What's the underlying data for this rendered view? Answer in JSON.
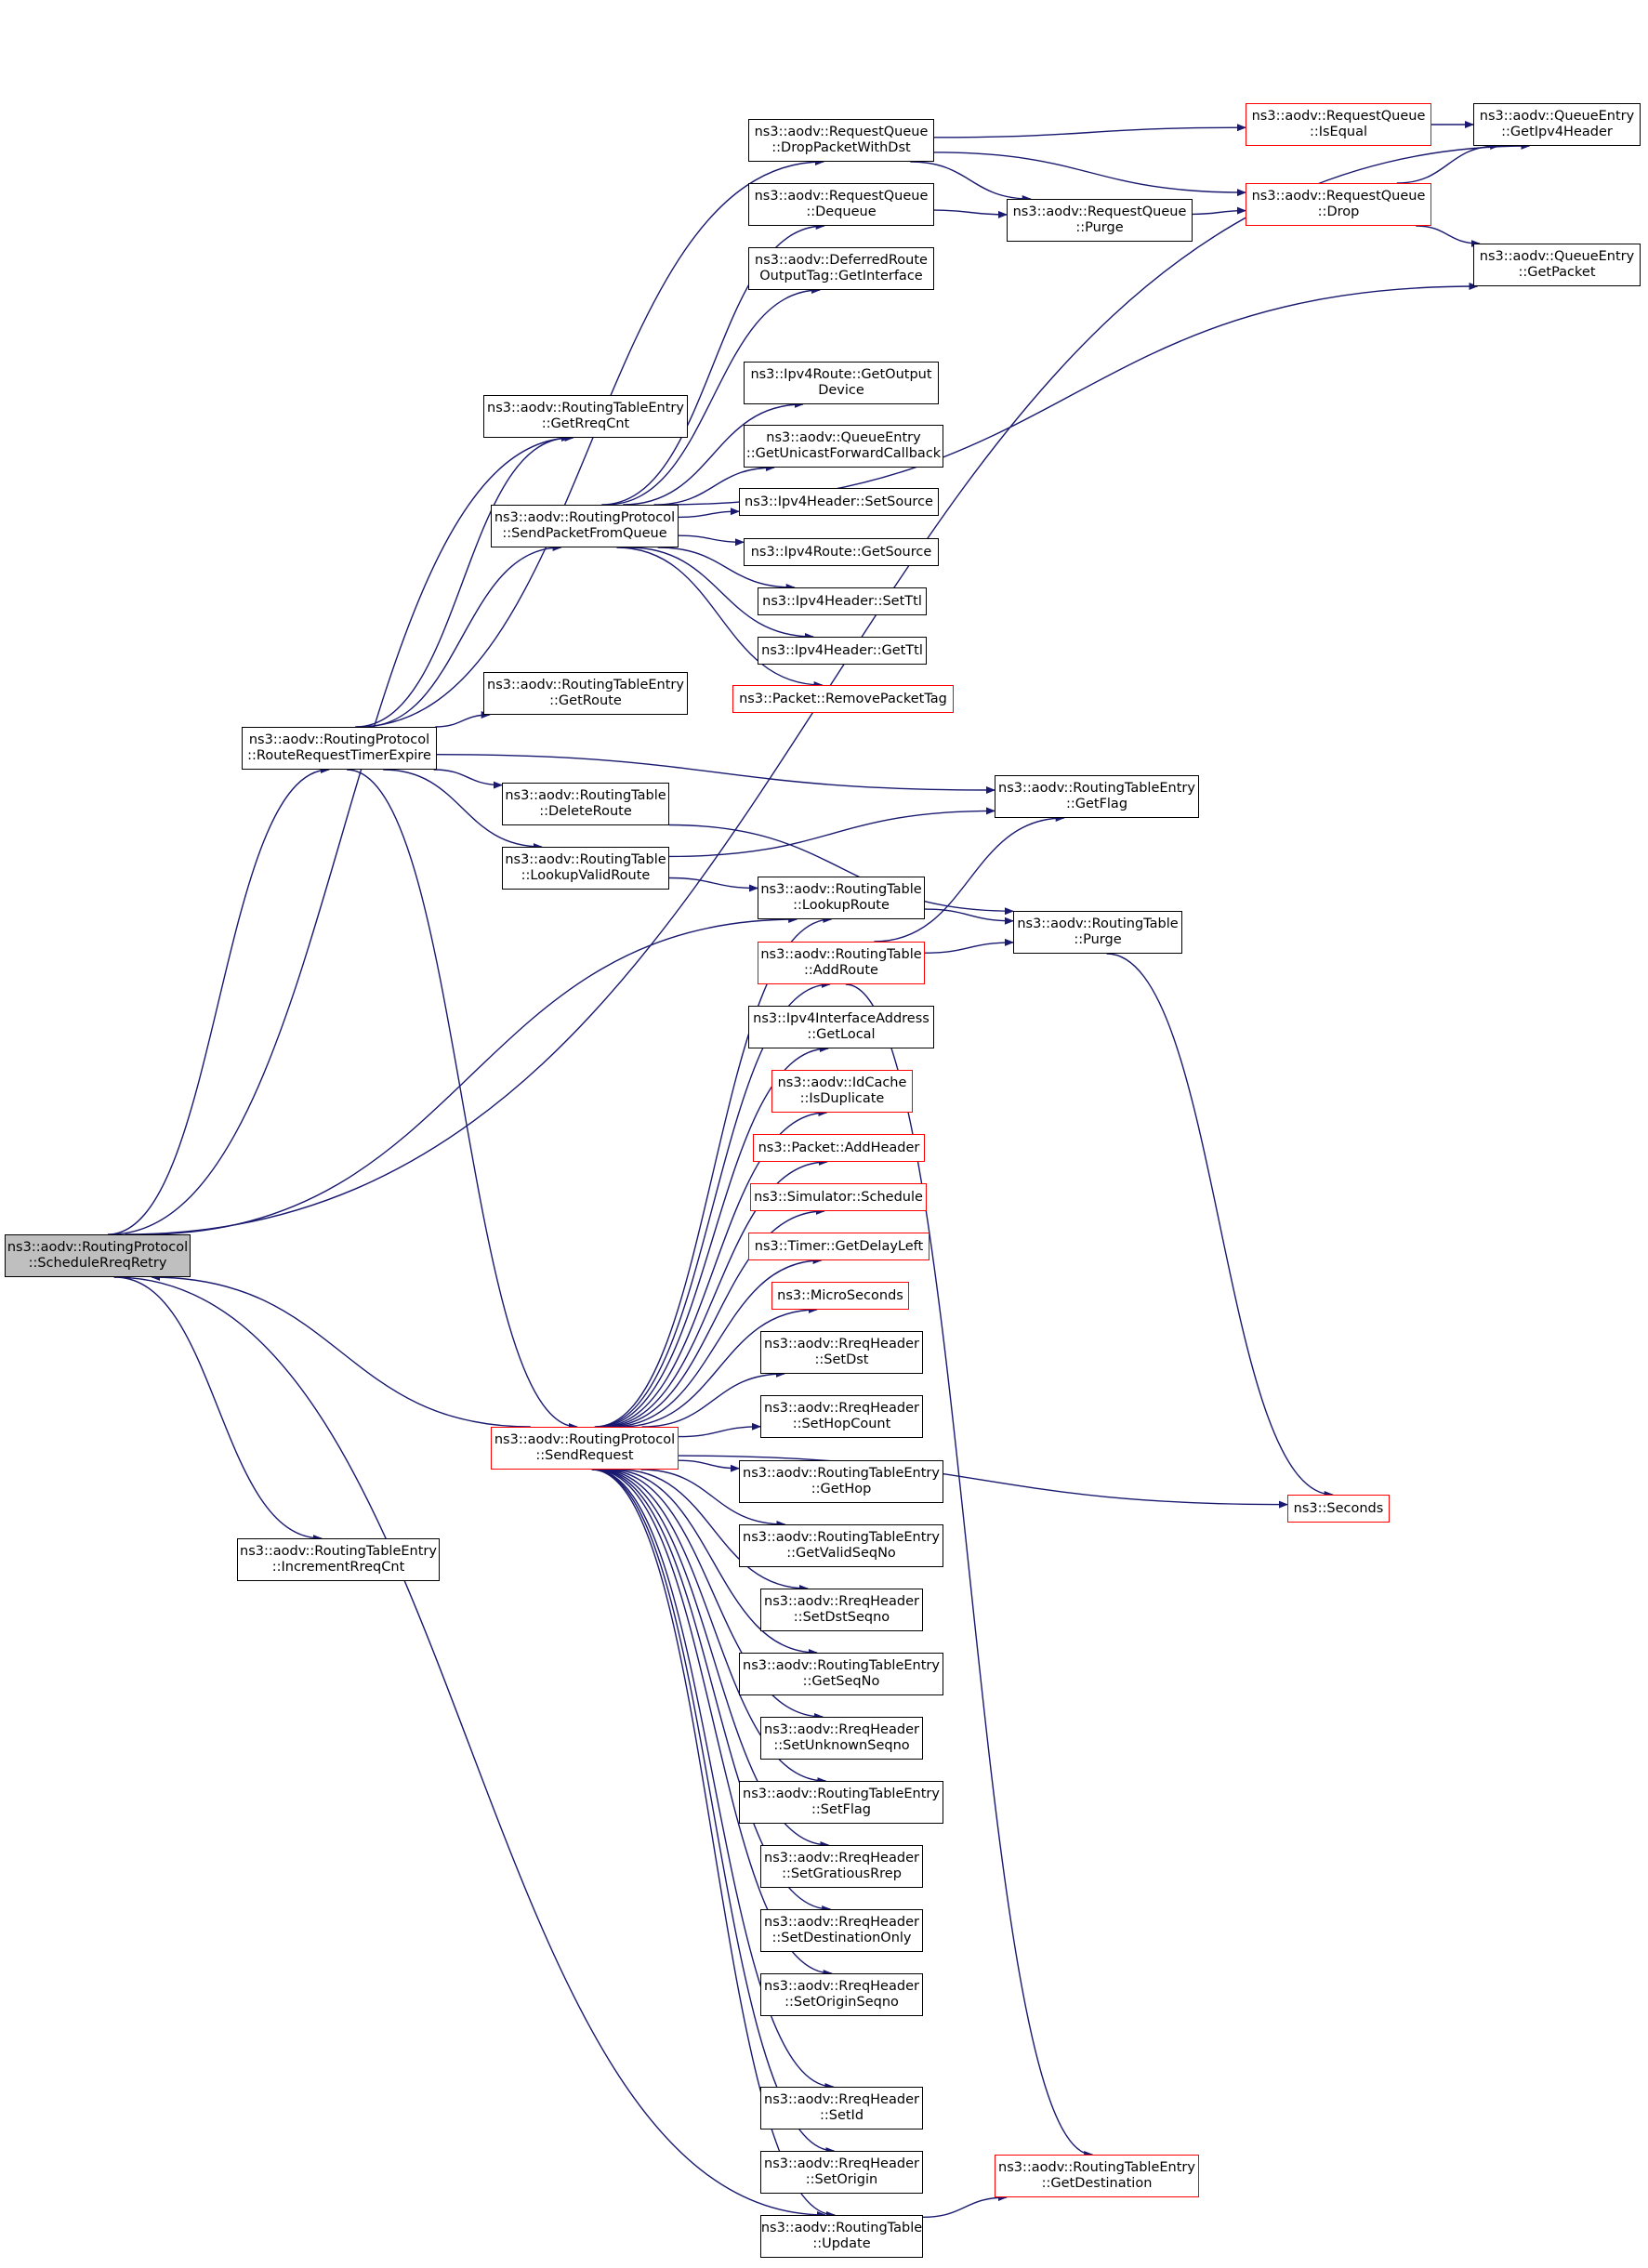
{
  "colors": {
    "edge": "#191970",
    "node_border_default": "#000000",
    "node_border_incomplete": "#ff0000",
    "root_fill": "#bfbfbf",
    "node_fill": "#ffffff"
  },
  "nodes": [
    {
      "id": "root",
      "lines": [
        "ns3::aodv::RoutingProtocol",
        "::ScheduleRreqRetry"
      ],
      "style": "root"
    },
    {
      "id": "rrte",
      "lines": [
        "ns3::aodv::RoutingProtocol",
        "::RouteRequestTimerExpire"
      ],
      "style": "normal"
    },
    {
      "id": "sendreq",
      "lines": [
        "ns3::aodv::RoutingProtocol",
        "::SendRequest"
      ],
      "style": "red"
    },
    {
      "id": "incr",
      "lines": [
        "ns3::aodv::RoutingTableEntry",
        "::IncrementRreqCnt"
      ],
      "style": "normal"
    },
    {
      "id": "getrreqcnt",
      "lines": [
        "ns3::aodv::RoutingTableEntry",
        "::GetRreqCnt"
      ],
      "style": "normal"
    },
    {
      "id": "spfq",
      "lines": [
        "ns3::aodv::RoutingProtocol",
        "::SendPacketFromQueue"
      ],
      "style": "normal"
    },
    {
      "id": "rte_getroute",
      "lines": [
        "ns3::aodv::RoutingTableEntry",
        "::GetRoute"
      ],
      "style": "normal"
    },
    {
      "id": "rt_deleteroute",
      "lines": [
        "ns3::aodv::RoutingTable",
        "::DeleteRoute"
      ],
      "style": "normal"
    },
    {
      "id": "rt_lookupvalid",
      "lines": [
        "ns3::aodv::RoutingTable",
        "::LookupValidRoute"
      ],
      "style": "normal"
    },
    {
      "id": "rq_dropdst",
      "lines": [
        "ns3::aodv::RequestQueue",
        "::DropPacketWithDst"
      ],
      "style": "normal"
    },
    {
      "id": "rq_dequeue",
      "lines": [
        "ns3::aodv::RequestQueue",
        "::Dequeue"
      ],
      "style": "normal"
    },
    {
      "id": "dro_getif",
      "lines": [
        "ns3::aodv::DeferredRoute",
        "OutputTag::GetInterface"
      ],
      "style": "normal"
    },
    {
      "id": "ipv4r_getdev",
      "lines": [
        "ns3::Ipv4Route::GetOutput",
        "Device"
      ],
      "style": "normal"
    },
    {
      "id": "qe_getucb",
      "lines": [
        "ns3::aodv::QueueEntry",
        "::GetUnicastForwardCallback"
      ],
      "style": "normal"
    },
    {
      "id": "ipv4h_setsrc",
      "lines": [
        "ns3::Ipv4Header::SetSource"
      ],
      "style": "normal"
    },
    {
      "id": "ipv4r_getsrc",
      "lines": [
        "ns3::Ipv4Route::GetSource"
      ],
      "style": "normal"
    },
    {
      "id": "ipv4h_setttl",
      "lines": [
        "ns3::Ipv4Header::SetTtl"
      ],
      "style": "normal"
    },
    {
      "id": "ipv4h_getttl",
      "lines": [
        "ns3::Ipv4Header::GetTtl"
      ],
      "style": "normal"
    },
    {
      "id": "pkt_removetag",
      "lines": [
        "ns3::Packet::RemovePacketTag"
      ],
      "style": "red"
    },
    {
      "id": "rq_purge",
      "lines": [
        "ns3::aodv::RequestQueue",
        "::Purge"
      ],
      "style": "normal"
    },
    {
      "id": "rq_isequal",
      "lines": [
        "ns3::aodv::RequestQueue",
        "::IsEqual"
      ],
      "style": "red"
    },
    {
      "id": "rq_drop",
      "lines": [
        "ns3::aodv::RequestQueue",
        "::Drop"
      ],
      "style": "red"
    },
    {
      "id": "qe_getipv4h",
      "lines": [
        "ns3::aodv::QueueEntry",
        "::GetIpv4Header"
      ],
      "style": "normal"
    },
    {
      "id": "qe_getpacket",
      "lines": [
        "ns3::aodv::QueueEntry",
        "::GetPacket"
      ],
      "style": "normal"
    },
    {
      "id": "rte_getflag",
      "lines": [
        "ns3::aodv::RoutingTableEntry",
        "::GetFlag"
      ],
      "style": "normal"
    },
    {
      "id": "rt_lookuproute",
      "lines": [
        "ns3::aodv::RoutingTable",
        "::LookupRoute"
      ],
      "style": "normal"
    },
    {
      "id": "rt_purge",
      "lines": [
        "ns3::aodv::RoutingTable",
        "::Purge"
      ],
      "style": "normal"
    },
    {
      "id": "rt_addroute",
      "lines": [
        "ns3::aodv::RoutingTable",
        "::AddRoute"
      ],
      "style": "red"
    },
    {
      "id": "ipv4ia_getlocal",
      "lines": [
        "ns3::Ipv4InterfaceAddress",
        "::GetLocal"
      ],
      "style": "normal"
    },
    {
      "id": "idc_isdup",
      "lines": [
        "ns3::aodv::IdCache",
        "::IsDuplicate"
      ],
      "style": "red"
    },
    {
      "id": "pkt_addheader",
      "lines": [
        "ns3::Packet::AddHeader"
      ],
      "style": "red"
    },
    {
      "id": "sim_schedule",
      "lines": [
        "ns3::Simulator::Schedule"
      ],
      "style": "red"
    },
    {
      "id": "timer_getdelay",
      "lines": [
        "ns3::Timer::GetDelayLeft"
      ],
      "style": "red"
    },
    {
      "id": "microseconds",
      "lines": [
        "ns3::MicroSeconds"
      ],
      "style": "red"
    },
    {
      "id": "rreq_setdst",
      "lines": [
        "ns3::aodv::RreqHeader",
        "::SetDst"
      ],
      "style": "normal"
    },
    {
      "id": "rreq_sethop",
      "lines": [
        "ns3::aodv::RreqHeader",
        "::SetHopCount"
      ],
      "style": "normal"
    },
    {
      "id": "rte_gethop",
      "lines": [
        "ns3::aodv::RoutingTableEntry",
        "::GetHop"
      ],
      "style": "normal"
    },
    {
      "id": "rte_getvalidseq",
      "lines": [
        "ns3::aodv::RoutingTableEntry",
        "::GetValidSeqNo"
      ],
      "style": "normal"
    },
    {
      "id": "rreq_setdstseq",
      "lines": [
        "ns3::aodv::RreqHeader",
        "::SetDstSeqno"
      ],
      "style": "normal"
    },
    {
      "id": "rte_getseqno",
      "lines": [
        "ns3::aodv::RoutingTableEntry",
        "::GetSeqNo"
      ],
      "style": "normal"
    },
    {
      "id": "rreq_setunknown",
      "lines": [
        "ns3::aodv::RreqHeader",
        "::SetUnknownSeqno"
      ],
      "style": "normal"
    },
    {
      "id": "rte_setflag",
      "lines": [
        "ns3::aodv::RoutingTableEntry",
        "::SetFlag"
      ],
      "style": "normal"
    },
    {
      "id": "rreq_setgratious",
      "lines": [
        "ns3::aodv::RreqHeader",
        "::SetGratiousRrep"
      ],
      "style": "normal"
    },
    {
      "id": "rreq_setdestonly",
      "lines": [
        "ns3::aodv::RreqHeader",
        "::SetDestinationOnly"
      ],
      "style": "normal"
    },
    {
      "id": "rreq_setorigseq",
      "lines": [
        "ns3::aodv::RreqHeader",
        "::SetOriginSeqno"
      ],
      "style": "normal"
    },
    {
      "id": "rreq_setid",
      "lines": [
        "ns3::aodv::RreqHeader",
        "::SetId"
      ],
      "style": "normal"
    },
    {
      "id": "rreq_setorigin",
      "lines": [
        "ns3::aodv::RreqHeader",
        "::SetOrigin"
      ],
      "style": "normal"
    },
    {
      "id": "rt_update",
      "lines": [
        "ns3::aodv::RoutingTable",
        "::Update"
      ],
      "style": "normal"
    },
    {
      "id": "seconds",
      "lines": [
        "ns3::Seconds"
      ],
      "style": "red"
    },
    {
      "id": "rte_getdest",
      "lines": [
        "ns3::aodv::RoutingTableEntry",
        "::GetDestination"
      ],
      "style": "red"
    }
  ],
  "edges": [
    [
      "root",
      "getrreqcnt"
    ],
    [
      "root",
      "rrte"
    ],
    [
      "root",
      "rt_lookuproute"
    ],
    [
      "root",
      "incr"
    ],
    [
      "root",
      "rt_update"
    ],
    [
      "root",
      "qe_getipv4h"
    ],
    [
      "rrte",
      "getrreqcnt"
    ],
    [
      "rrte",
      "spfq"
    ],
    [
      "rrte",
      "rte_getroute"
    ],
    [
      "rrte",
      "rt_deleteroute"
    ],
    [
      "rrte",
      "rt_lookupvalid"
    ],
    [
      "rrte",
      "rte_getflag"
    ],
    [
      "rrte",
      "sendreq"
    ],
    [
      "rrte",
      "rq_dropdst"
    ],
    [
      "sendreq",
      "root"
    ],
    [
      "spfq",
      "rq_dequeue"
    ],
    [
      "spfq",
      "dro_getif"
    ],
    [
      "spfq",
      "ipv4r_getdev"
    ],
    [
      "spfq",
      "qe_getucb"
    ],
    [
      "spfq",
      "ipv4h_setsrc"
    ],
    [
      "spfq",
      "ipv4r_getsrc"
    ],
    [
      "spfq",
      "ipv4h_setttl"
    ],
    [
      "spfq",
      "ipv4h_getttl"
    ],
    [
      "spfq",
      "pkt_removetag"
    ],
    [
      "spfq",
      "qe_getpacket"
    ],
    [
      "rq_dropdst",
      "rq_isequal"
    ],
    [
      "rq_dropdst",
      "rq_purge"
    ],
    [
      "rq_dropdst",
      "rq_drop"
    ],
    [
      "rq_dequeue",
      "rq_purge"
    ],
    [
      "rq_purge",
      "rq_drop"
    ],
    [
      "rq_isequal",
      "qe_getipv4h"
    ],
    [
      "rq_drop",
      "qe_getipv4h"
    ],
    [
      "rq_drop",
      "qe_getpacket"
    ],
    [
      "rt_deleteroute",
      "rt_purge"
    ],
    [
      "rt_lookupvalid",
      "rt_lookuproute"
    ],
    [
      "rt_lookupvalid",
      "rte_getflag"
    ],
    [
      "rt_lookuproute",
      "rt_purge"
    ],
    [
      "rt_addroute",
      "rt_purge"
    ],
    [
      "rt_addroute",
      "rte_getflag"
    ],
    [
      "rt_addroute",
      "rte_getdest"
    ],
    [
      "rt_purge",
      "seconds"
    ],
    [
      "sendreq",
      "rt_lookuproute"
    ],
    [
      "sendreq",
      "rt_addroute"
    ],
    [
      "sendreq",
      "ipv4ia_getlocal"
    ],
    [
      "sendreq",
      "idc_isdup"
    ],
    [
      "sendreq",
      "pkt_addheader"
    ],
    [
      "sendreq",
      "sim_schedule"
    ],
    [
      "sendreq",
      "timer_getdelay"
    ],
    [
      "sendreq",
      "microseconds"
    ],
    [
      "sendreq",
      "rreq_setdst"
    ],
    [
      "sendreq",
      "rreq_sethop"
    ],
    [
      "sendreq",
      "rte_gethop"
    ],
    [
      "sendreq",
      "rte_getvalidseq"
    ],
    [
      "sendreq",
      "rreq_setdstseq"
    ],
    [
      "sendreq",
      "rte_getseqno"
    ],
    [
      "sendreq",
      "rreq_setunknown"
    ],
    [
      "sendreq",
      "rte_setflag"
    ],
    [
      "sendreq",
      "rreq_setgratious"
    ],
    [
      "sendreq",
      "rreq_setdestonly"
    ],
    [
      "sendreq",
      "rreq_setorigseq"
    ],
    [
      "sendreq",
      "seconds"
    ],
    [
      "sendreq",
      "rreq_setid"
    ],
    [
      "sendreq",
      "rreq_setorigin"
    ],
    [
      "sendreq",
      "rt_update"
    ],
    [
      "rt_update",
      "rte_getdest"
    ]
  ]
}
